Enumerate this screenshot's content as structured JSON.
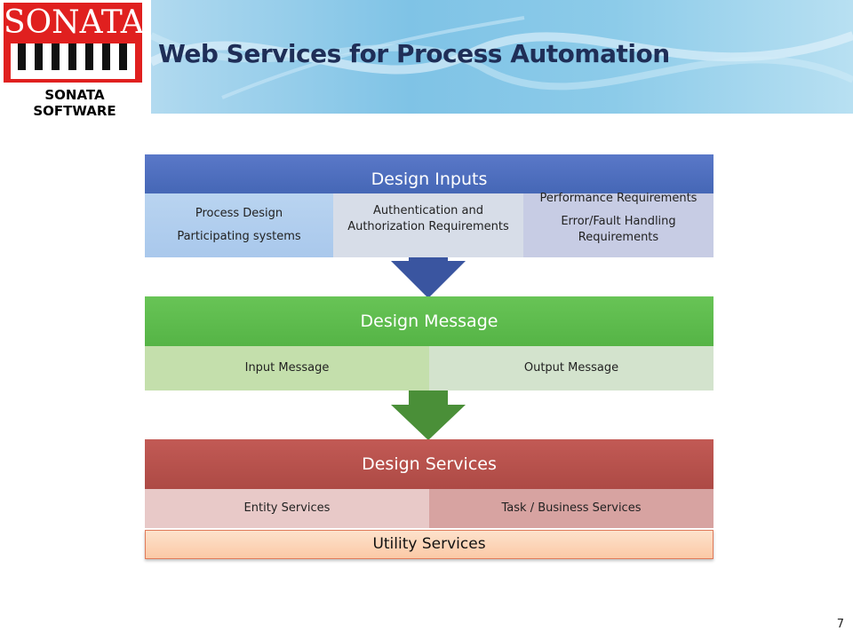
{
  "header": {
    "logo_word": "SONATA",
    "logo_subtitle": "SONATA SOFTWARE",
    "title": "Web Services for Process Automation"
  },
  "design_inputs": {
    "title": "Design Inputs",
    "col1": [
      "Process Design",
      "Participating systems"
    ],
    "col2": [
      "Authentication and Authorization Requirements"
    ],
    "col3": [
      "Performance Requirements",
      "Error/Fault Handling Requirements"
    ]
  },
  "design_message": {
    "title": "Design Message",
    "input": "Input Message",
    "output": "Output Message"
  },
  "design_services": {
    "title": "Design Services",
    "entity": "Entity Services",
    "task": "Task / Business Services"
  },
  "utility": "Utility Services",
  "page_number": "7",
  "colors": {
    "title": "#1f2e57",
    "logo_red": "#e0201f",
    "inputs_blue": "#4567b6",
    "message_green": "#55b446",
    "services_red": "#ad4a45",
    "arrow_blue": "#3a55a0",
    "arrow_green": "#4a8f38"
  }
}
